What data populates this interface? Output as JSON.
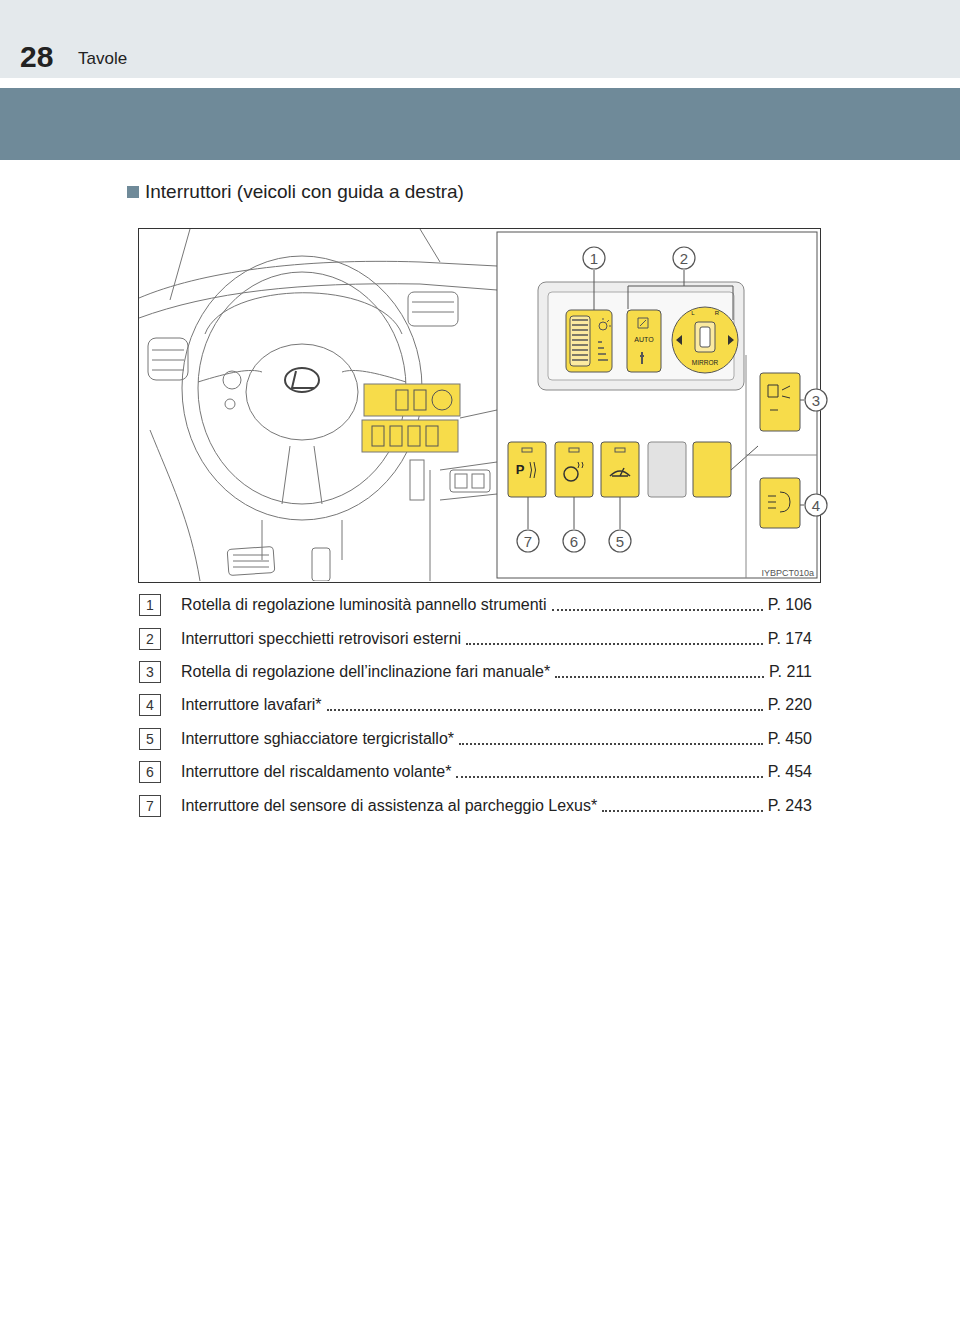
{
  "diagram": {
    "title": "Interruttori (veicoli con guida a destra)",
    "nodes": [
      {
        "text": [
          "1"
        ]
      },
      {
        "text": [
          "2"
        ]
      },
      {
        "text": [
          "3"
        ]
      },
      {
        "text": [
          "4"
        ]
      },
      {
        "text": [
          "5"
        ]
      },
      {
        "text": [
          "6"
        ]
      },
      {
        "text": [
          "7"
        ]
      },
      {
        "text": [
          "1"
        ]
      },
      {
        "text": [
          "2"
        ]
      },
      {
        "text": [
          "3"
        ]
      },
      {
        "text": [
          "4"
        ]
      },
      {
        "text": [
          "5"
        ]
      },
      {
        "text": [
          "6"
        ]
      },
      {
        "text": [
          "7"
        ]
      }
    ],
    "labels": [
      "28",
      "Tavole",
      "AUTO",
      "MIRROR",
      "L",
      "R",
      "P",
      "IYBPCT010a",
      "Rotella di regolazione luminosità pannello strumenti",
      "P. 106",
      "Interruttori specchietti retrovisori esterni",
      "P. 174",
      "Rotella di regolazione dell’inclinazione fari manuale*",
      "P. 211",
      "Interruttore lavafari*",
      "P. 220",
      "Interruttore sghiacciatore tergicristallo*",
      "P. 450",
      "Interruttore del riscaldamento volante*",
      "P. 454",
      "Interruttore del sensore di assistenza al parcheggio Lexus*",
      "P. 243"
    ]
  }
}
